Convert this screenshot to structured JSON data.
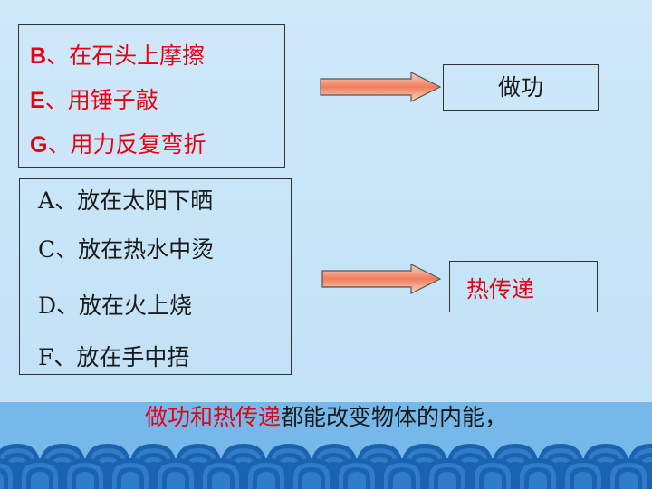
{
  "work_group": {
    "items": [
      {
        "letter": "B",
        "text": "、在石头上摩擦"
      },
      {
        "letter": "E",
        "text": "、用锤子敲"
      },
      {
        "letter": "G",
        "text": "、用力反复弯折"
      }
    ],
    "result": "做功"
  },
  "heat_group": {
    "items": [
      {
        "letter": "A",
        "text": "、放在太阳下晒"
      },
      {
        "letter": "C",
        "text": "、放在热水中烫"
      },
      {
        "letter": "D",
        "text": "、放在火上烧"
      },
      {
        "letter": "F",
        "text": "、放在手中捂"
      }
    ],
    "result": "热传递"
  },
  "summary": {
    "highlight": "做功和热传递",
    "rest": "都能改变物体的内能，"
  },
  "colors": {
    "accent_red": "#e60012",
    "arrow_fill": "#f08060",
    "band_blue": "#76b8e9",
    "wave_blue": "#1b63b0"
  }
}
